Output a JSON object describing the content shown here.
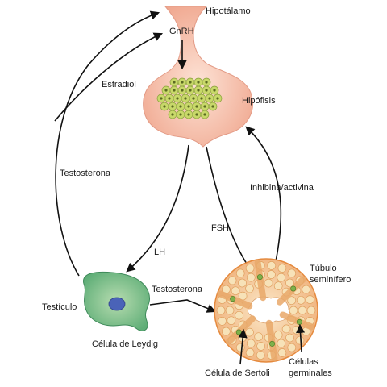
{
  "labels": {
    "hipotalamo": "Hipotálamo",
    "gnrh": "GnRH",
    "hipofisis": "Hipófisis",
    "estradiol": "Estradiol",
    "testosterona_left": "Testosterona",
    "inhibina": "Inhibina/activina",
    "lh": "LH",
    "fsh": "FSH",
    "testiculo": "Testículo",
    "testosterona_mid": "Testosterona",
    "leydig": "Célula de Leydig",
    "tubulo_1": "Túbulo",
    "tubulo_2": "seminífero",
    "sertoli": "Célula de Sertoli",
    "germinales_1": "Células",
    "germinales_2": "germinales"
  },
  "colors": {
    "hypothalamus_fill": "#f5c8b4",
    "pituitary_fill": "#f7cdbb",
    "pituitary_cell": "#c8d86a",
    "leydig_fill": "#8fc79a",
    "leydig_nucleus": "#4a63b8",
    "tubule_outer": "#f2b27a",
    "tubule_cell": "#f7e2b8",
    "sertoli_fill": "#e9a96a",
    "lumen": "#ffffff",
    "arrow": "#111111"
  }
}
